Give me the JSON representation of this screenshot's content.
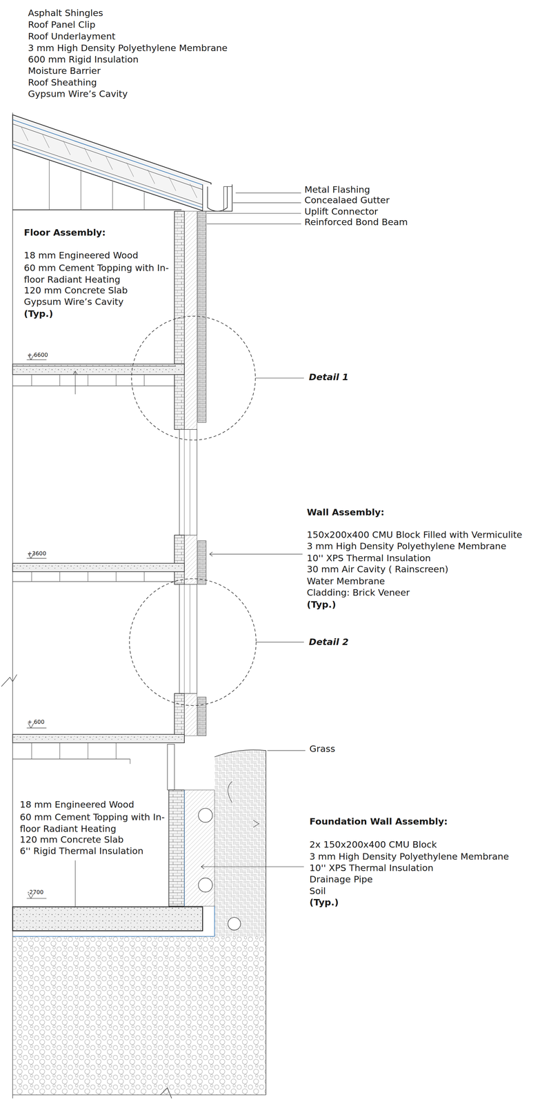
{
  "diagram": {
    "labels": [
      "Asphalt Shingles",
      "Roof Panel Clip",
      "Roof Underlayment",
      "3 mm High Density Polyethylene Membrane",
      "600 mm Rigid Insulation",
      "Moisture Barrier",
      "Roof Sheathing",
      "Gypsum Wire’s Cavity",
      "Metal Flashing",
      "Concealaed Gutter",
      "Uplift Connector",
      "Reinforced Bond Beam",
      "Floor Assembly:",
      "18 mm Engineered Wood",
      "60 mm Cement Topping with In-floor Radiant Heating",
      "120 mm Concrete Slab",
      "Gypsum Wire’s Cavity",
      "(Typ.)",
      "+ 6600",
      "Detail 1",
      "Wall Assembly:",
      "150x200x400 CMU Block Filled with Vermiculite",
      "3 mm High Density Polyethylene Membrane",
      "10'' XPS Thermal Insulation",
      "30 mm Air Cavity ( Rainscreen)",
      "Water Membrane",
      "Cladding: Brick Veneer",
      "(Typ.)",
      "+3600",
      "Detail 2",
      "+ 600",
      "Grass",
      "18 mm Engineered Wood",
      "60 mm Cement Topping with In-floor Radiant Heating",
      "120 mm Concrete Slab",
      "6'' Rigid Thermal Insulation",
      "-2700",
      "Foundation Wall Assembly:",
      "2x 150x200x400 CMU Block",
      "3 mm High Density Polyethylene Membrane",
      "10'' XPS Thermal Insulation",
      "Drainage Pipe",
      "Soil",
      "(Typ.)"
    ]
  }
}
